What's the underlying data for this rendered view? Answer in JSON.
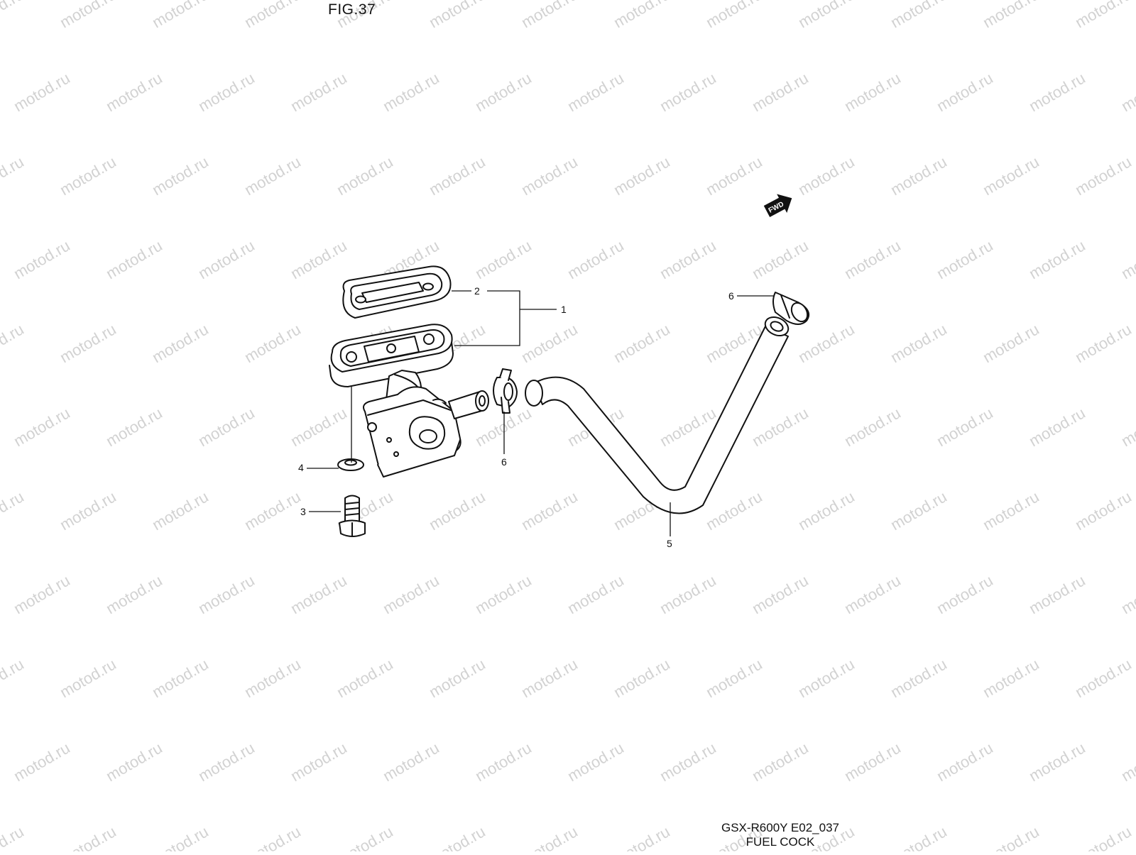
{
  "figure_label": "FIG.37",
  "watermark": "motod.ru",
  "fwd_badge": "FWD",
  "callouts": {
    "c1": "1",
    "c2": "2",
    "c3": "3",
    "c4": "4",
    "c5": "5",
    "c6a": "6",
    "c6b": "6"
  },
  "footer": {
    "model_code": "GSX-R600Y E02_037",
    "assembly_name": "FUEL COCK"
  }
}
